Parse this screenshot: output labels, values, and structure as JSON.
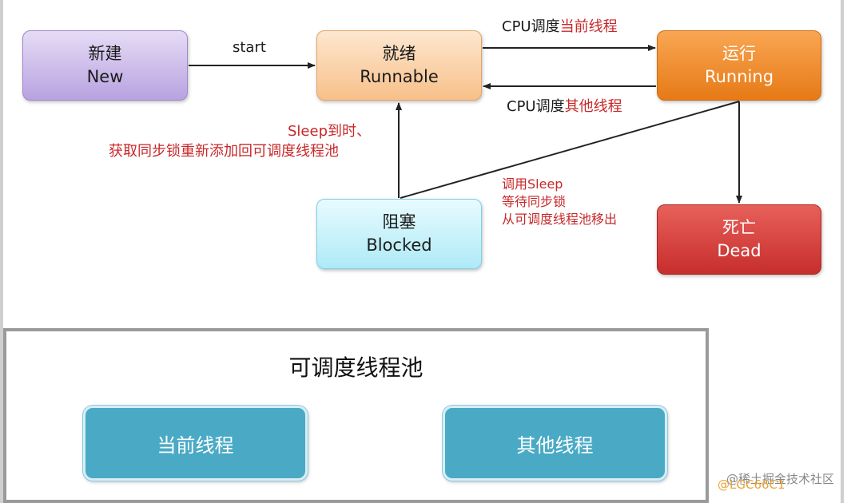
{
  "nodes": {
    "new": {
      "zh": "新建",
      "en": "New"
    },
    "runnable": {
      "zh": "就绪",
      "en": "Runnable"
    },
    "running": {
      "zh": "运行",
      "en": "Running"
    },
    "blocked": {
      "zh": "阻塞",
      "en": "Blocked"
    },
    "dead": {
      "zh": "死亡",
      "en": "Dead"
    }
  },
  "edges": {
    "start": "start",
    "cpu_current_prefix": "CPU调度",
    "cpu_current_suffix": "当前线程",
    "cpu_other_prefix": "CPU调度",
    "cpu_other_suffix": "其他线程",
    "sleep_timeout_line1": "Sleep到时、",
    "sleep_timeout_line2": "获取同步锁重新添加回可调度线程池",
    "sleep_call_line1": "调用Sleep",
    "sleep_call_line2": "等待同步锁",
    "sleep_call_line3": "从可调度线程池移出"
  },
  "pool": {
    "title": "可调度线程池",
    "current": "当前线程",
    "other": "其他线程"
  },
  "watermark": "@稀土掘金技术社区",
  "watermark2": "@LGC66C1"
}
